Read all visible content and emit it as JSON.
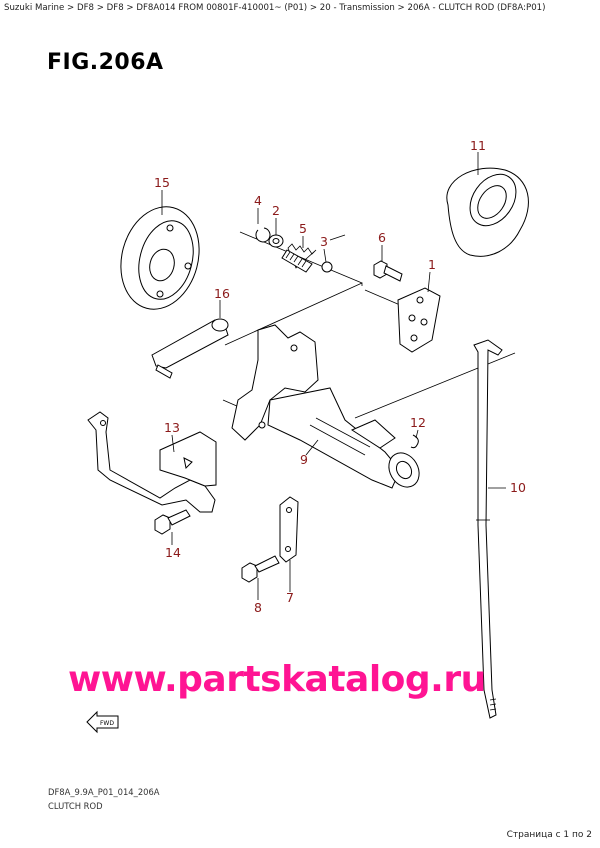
{
  "breadcrumb": {
    "text": "Suzuki Marine > DF8 > DF8 > DF8A014 FROM 00801F-410001~ (P01) > 20 - Transmission > 206A - CLUTCH ROD (DF8A:P01)"
  },
  "figure": {
    "title": "FIG.206A",
    "code": "DF8A_9.9A_P01_014_206A",
    "name": "CLUTCH ROD"
  },
  "callouts": [
    "15",
    "4",
    "2",
    "5",
    "3",
    "6",
    "1",
    "11",
    "16",
    "13",
    "12",
    "9",
    "10",
    "14",
    "8",
    "7"
  ],
  "direction_label": "FWD",
  "watermark": "www.partskatalog.ru",
  "pagination": "Страница с 1 по 2",
  "colors": {
    "callout": "#8b1a1a",
    "watermark": "#ff1493"
  }
}
